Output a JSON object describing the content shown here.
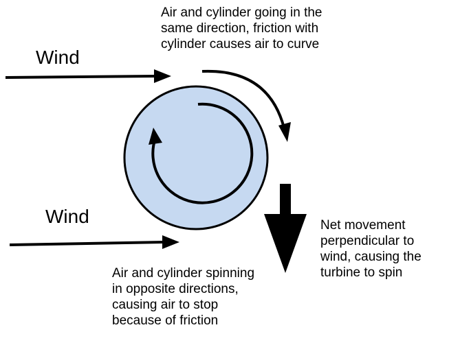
{
  "diagram": {
    "wind_label_top": "Wind",
    "wind_label_bottom": "Wind",
    "note_same_direction": "Air and cylinder  going in the\nsame direction, friction with\ncylinder causes air to curve",
    "note_net_movement": "Net movement\nperpendicular to\nwind, causing the\nturbine to spin",
    "note_opposite_directions": "Air and cylinder spinning\nin opposite directions,\ncausing air to stop\nbecause of friction"
  },
  "colors": {
    "cylinder_fill": "#c6d9f1",
    "stroke": "#000000",
    "background": "#ffffff"
  }
}
